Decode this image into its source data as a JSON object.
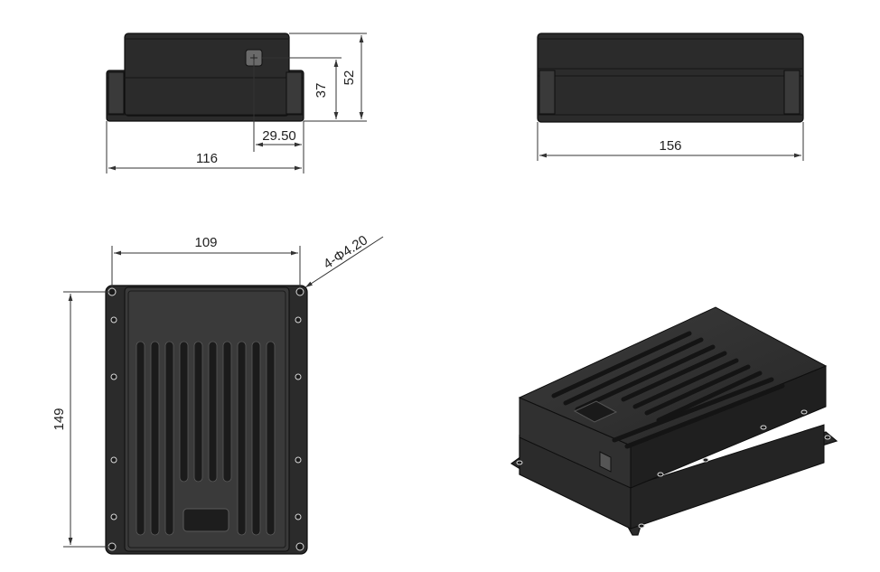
{
  "drawing": {
    "front_view": {
      "width_dim": "116",
      "connector_offset_dim": "29.50",
      "connector_height_dim": "37",
      "overall_height_dim": "52"
    },
    "side_view": {
      "length_dim": "156"
    },
    "top_view": {
      "hole_spacing_dim": "109",
      "hole_callout": "4-Φ4.20",
      "length_dim": "149"
    }
  },
  "colors": {
    "housing": "#2b2b2b",
    "dimension_line": "#333333",
    "background": "#ffffff"
  },
  "icons": {
    "arrowhead": "dimension-arrow",
    "mount_hole": "mount-hole-icon",
    "screw": "screw-icon"
  }
}
